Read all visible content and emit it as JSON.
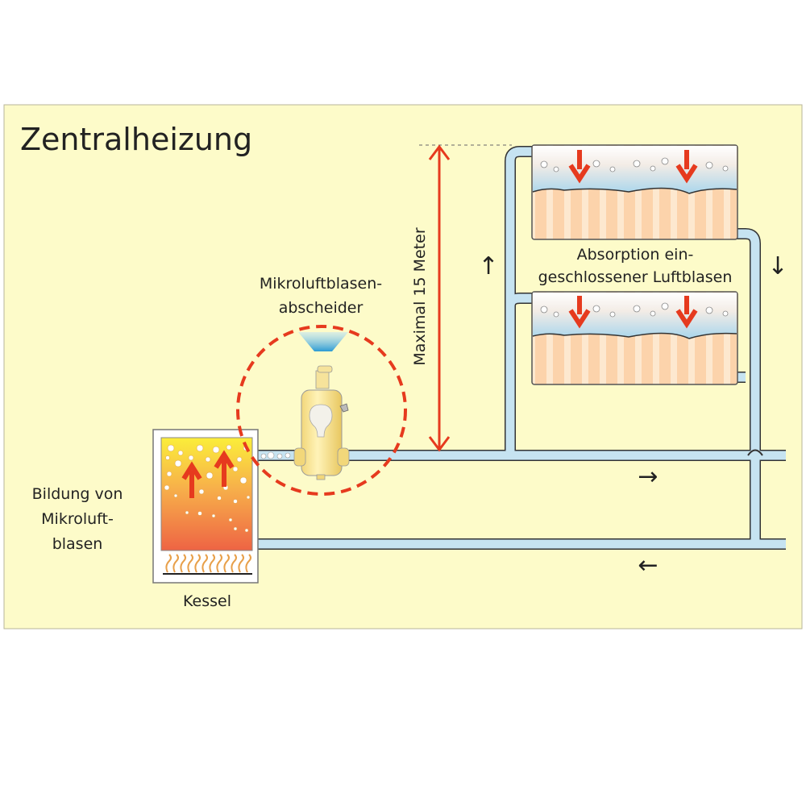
{
  "title": "Zentralheizung",
  "labels": {
    "height_limit": "Maximal 15 Meter",
    "separator_line1": "Mikroluftblasen-",
    "separator_line2": "abscheider",
    "absorption_line1": "Absorption ein-",
    "absorption_line2": "geschlossener Luftblasen",
    "formation_line1": "Bildung von",
    "formation_line2": "Mikroluft-",
    "formation_line3": "blasen",
    "boiler": "Kessel"
  },
  "flow_arrows": {
    "up": "↑",
    "down": "↓",
    "right": "→",
    "left": "←"
  },
  "colors": {
    "background": "#fdfbc9",
    "pipe": "#c6e3f1",
    "accent_red": "#e63a1e",
    "radiator": "#fcd9b4"
  }
}
